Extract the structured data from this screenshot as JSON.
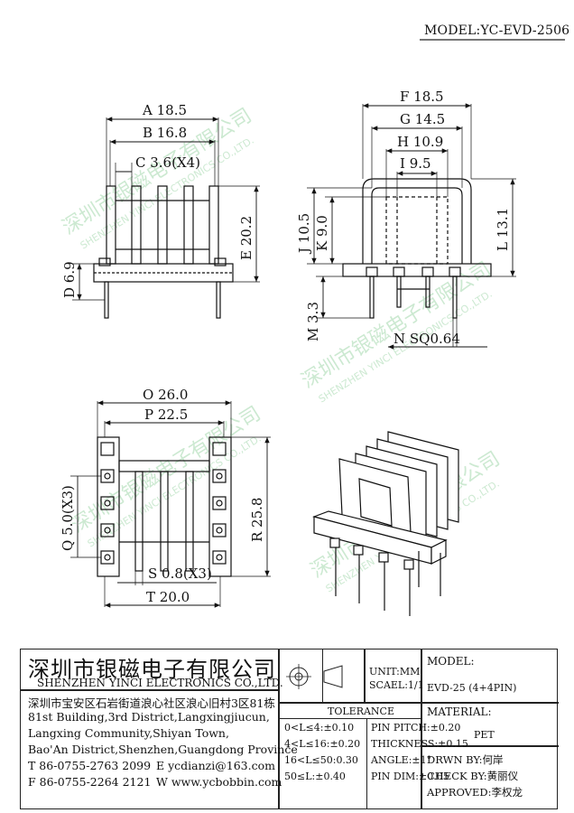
{
  "header": {
    "model": "MODEL:YC-EVD-2506"
  },
  "dimensions": {
    "A": "A 18.5",
    "B": "B 16.8",
    "C": "C 3.6(X4)",
    "D": "D 6.9",
    "E": "E 20.2",
    "F": "F 18.5",
    "G": "G 14.5",
    "H": "H 10.9",
    "I": "I 9.5",
    "J": "J 10.5",
    "K": "K 9.0",
    "L": "L 13.1",
    "M": "M 3.3",
    "N": "N SQ0.64",
    "O": "O 26.0",
    "P": "P 22.5",
    "Q": "Q 5.0(X3)",
    "R": "R 25.8",
    "S": "S 0.8(X3)",
    "T": "T 20.0"
  },
  "watermark": {
    "cn": "深圳市银磁电子有限公司",
    "en": "SHENZHEN YINCI ELECTRONICS CO.,LTD."
  },
  "title_block": {
    "company_cn": "深圳市银磁电子有限公司",
    "company_en": "SHENZHEN YINCI ELECTRONICS CO.,LTD.",
    "address_cn": "深圳市宝安区石岩街道浪心社区浪心旧村3区81栋",
    "address_en_1": "81st Building,3rd District,Langxingjiucun,",
    "address_en_2": "Langxing Community,Shiyan Town,",
    "address_en_3": "Bao'An District,Shenzhen,Guangdong Province",
    "tel": "T 86-0755-2763 2099",
    "email": "E ycdianzi@163.com",
    "fax": "F 86-0755-2264 2121",
    "web": "W www.ycbobbin.com",
    "unit": "UNIT:MM",
    "scale": "SCAEL:1/1",
    "model_label": "MODEL:",
    "model_value": "EVD-25 (4+4PIN)",
    "material_label": "MATERIAL:",
    "material_value": "PET",
    "tolerance_title": "TOLERANCE",
    "tol_1": "0<L≤4:±0.10",
    "tol_2": "4<L≤16:±0.20",
    "tol_3": "16<L≤50:0.30",
    "tol_4": "50≤L:±0.40",
    "pin_pitch": "PIN PITCH:±0.20",
    "thickness": "THICKNESS:±0.15",
    "angle": "ANGLE:±1°",
    "pin_dim": "PIN DIM:±0.05",
    "drawn": "DRWN BY:何岸",
    "check": "CHECK BY:黄丽仪",
    "approved": "APPROVED:李权龙"
  }
}
